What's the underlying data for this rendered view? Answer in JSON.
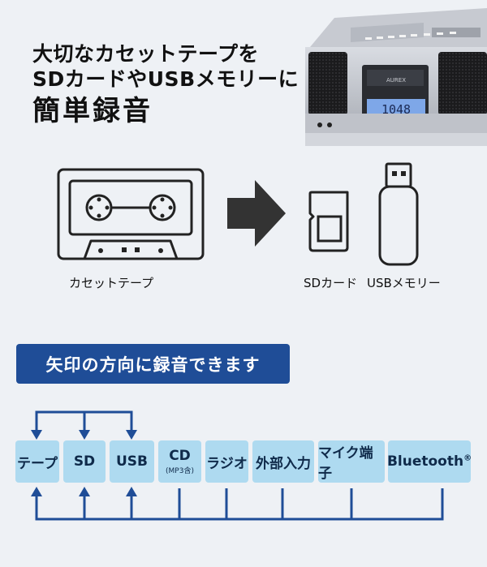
{
  "headline": {
    "line1": "大切なカセットテープを",
    "line2": "SDカードやUSBメモリーに",
    "line3": "簡単録音"
  },
  "device": {
    "brand": "AUREX",
    "display": "1048"
  },
  "labels": {
    "cassette": "カセットテープ",
    "sd": "SDカード",
    "usb": "USBメモリー"
  },
  "banner": "矢印の方向に録音できます",
  "sources": [
    {
      "label": "テープ",
      "sub": ""
    },
    {
      "label": "SD",
      "sub": ""
    },
    {
      "label": "USB",
      "sub": ""
    },
    {
      "label": "CD",
      "sub": "(MP3含)"
    },
    {
      "label": "ラジオ",
      "sub": ""
    },
    {
      "label": "外部入力",
      "sub": ""
    },
    {
      "label": "マイク端子",
      "sub": ""
    },
    {
      "label": "Bluetooth",
      "sub": ""
    }
  ],
  "bluetooth_mark": "®",
  "colors": {
    "background": "#eef1f5",
    "banner": "#1f4d97",
    "source_box": "#aedaf0",
    "arrow": "#1f4d97",
    "icon_stroke": "#222222"
  }
}
